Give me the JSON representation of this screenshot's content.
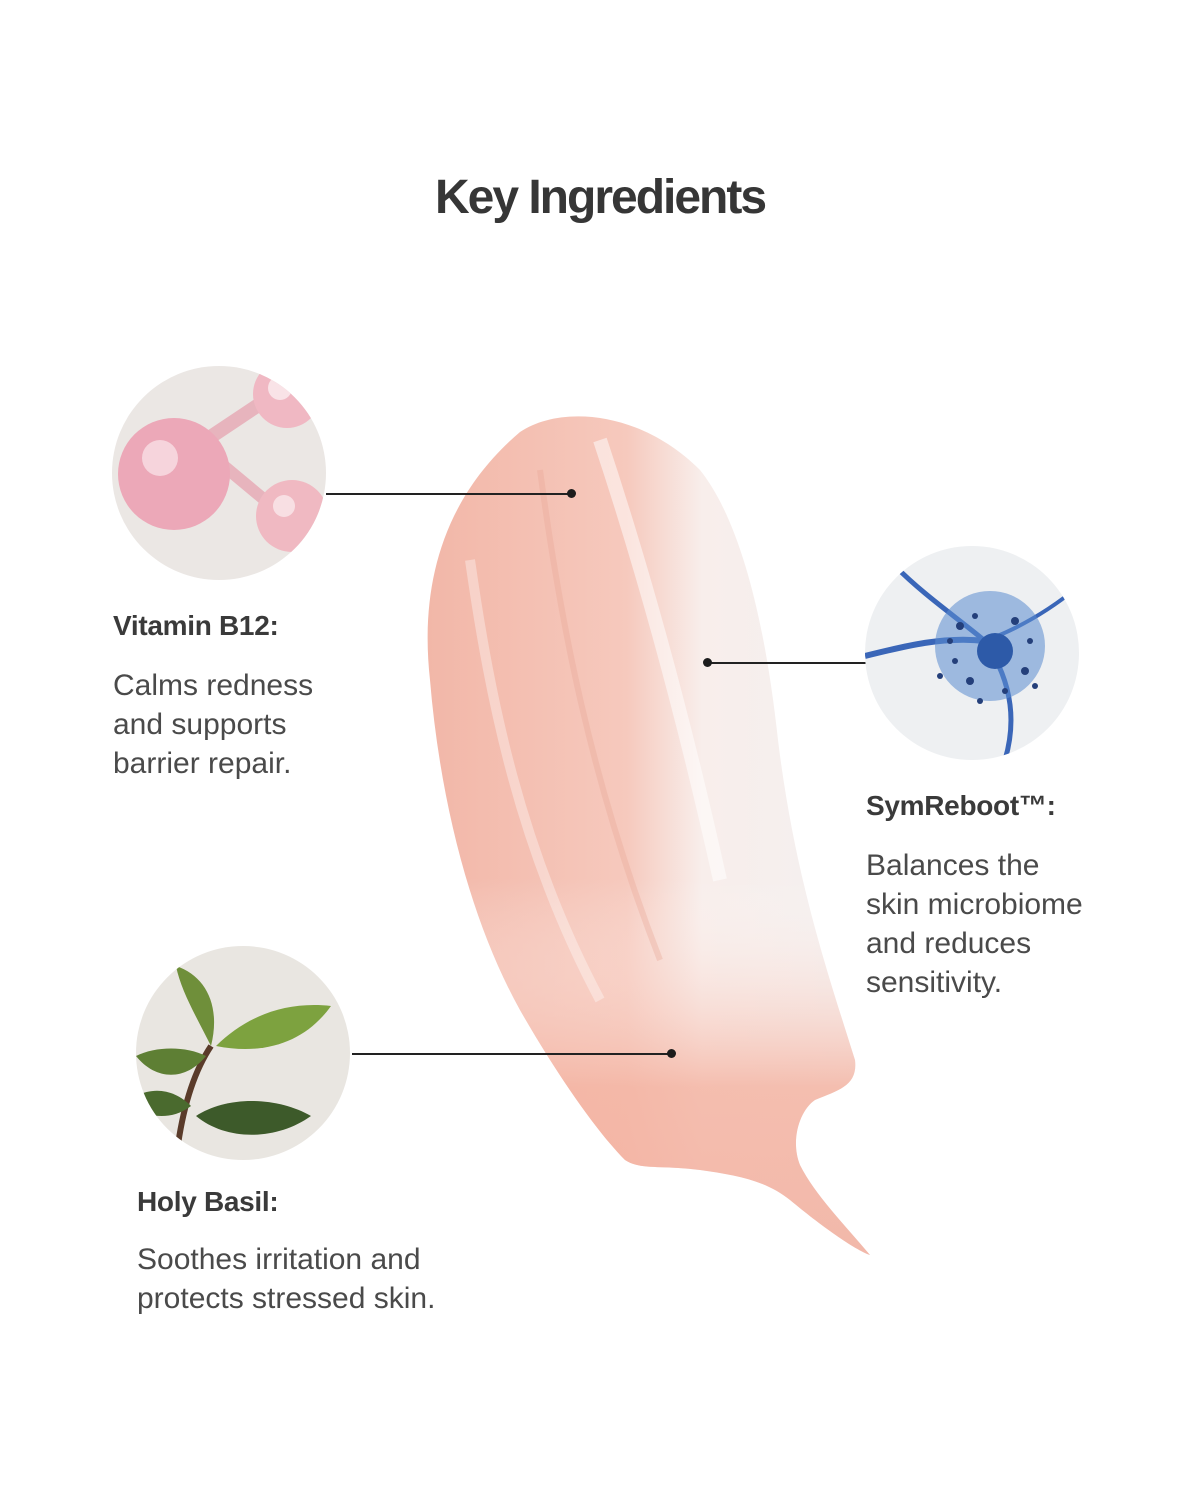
{
  "page": {
    "title": "Key Ingredients"
  },
  "ingredients": [
    {
      "name": "Vitamin B12:",
      "description_lines": [
        "Calms redness",
        "and supports",
        "barrier repair."
      ],
      "icon": "molecule-icon"
    },
    {
      "name": "SymReboot™:",
      "description_lines": [
        "Balances the",
        "skin microbiome",
        "and reduces",
        "sensitivity."
      ],
      "icon": "microbe-icon"
    },
    {
      "name": "Holy Basil:",
      "description_lines": [
        "Soothes irritation and",
        "protects stressed skin."
      ],
      "icon": "basil-leaf-icon"
    }
  ],
  "colors": {
    "title": "#363636",
    "text": "#4a4a4a",
    "cream_pink": "#f4b4a6",
    "cream_white": "#f7f3f2",
    "connector": "#222222"
  }
}
